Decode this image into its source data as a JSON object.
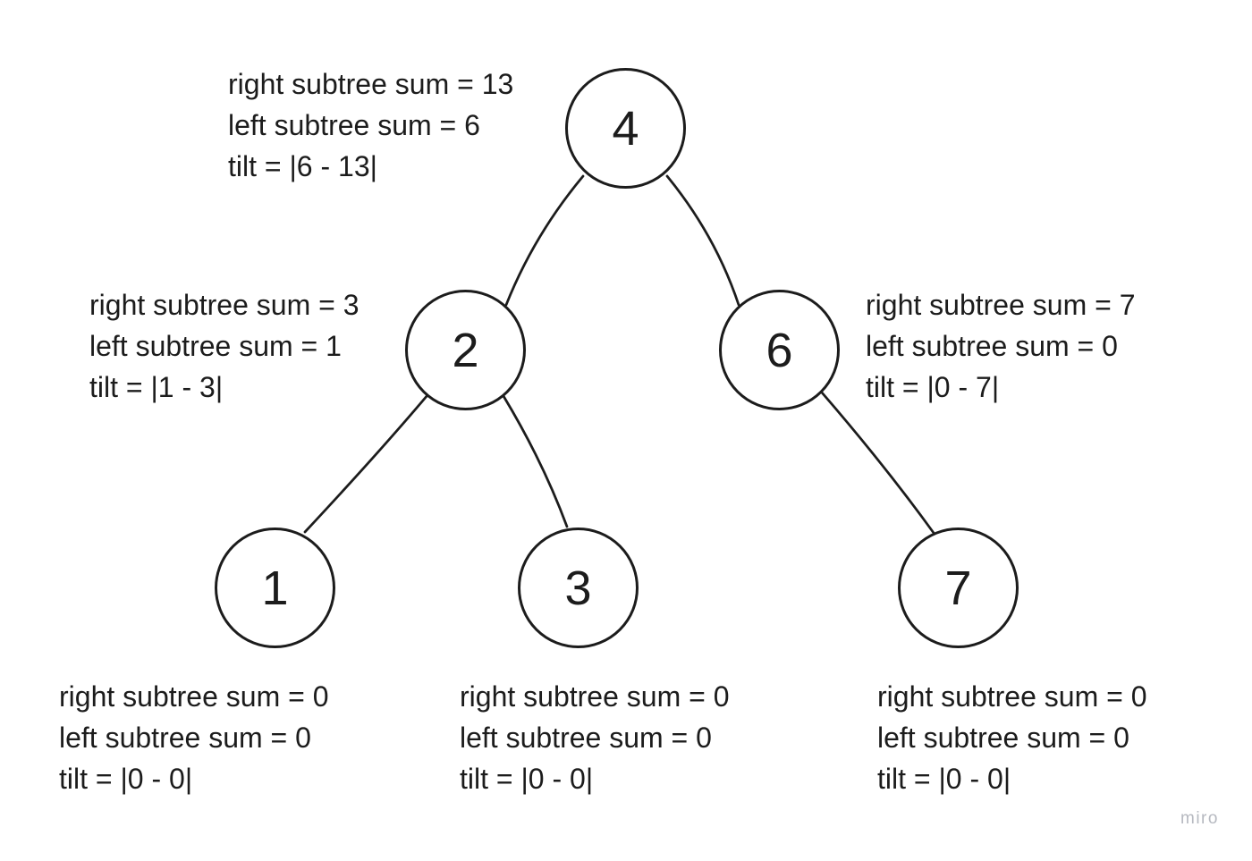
{
  "diagram": {
    "type": "binary-tree-tilt-illustration",
    "background": "#ffffff",
    "stroke_color": "#1c1c1c",
    "text_color": "#1c1c1c"
  },
  "nodes": [
    {
      "value": "4"
    },
    {
      "value": "2"
    },
    {
      "value": "6"
    },
    {
      "value": "1"
    },
    {
      "value": "3"
    },
    {
      "value": "7"
    }
  ],
  "edges": [
    {
      "from": "4",
      "to": "2"
    },
    {
      "from": "4",
      "to": "6"
    },
    {
      "from": "2",
      "to": "1"
    },
    {
      "from": "2",
      "to": "3"
    },
    {
      "from": "6",
      "to": "7"
    }
  ],
  "annotations": [
    {
      "for_node": "4",
      "lines": [
        "right subtree sum = 13",
        "left subtree sum = 6",
        "tilt = |6 - 13|"
      ]
    },
    {
      "for_node": "2",
      "lines": [
        "right subtree sum = 3",
        "left subtree sum = 1",
        "tilt = |1 - 3|"
      ]
    },
    {
      "for_node": "6",
      "lines": [
        "right subtree sum = 7",
        "left subtree sum = 0",
        "tilt = |0 - 7|"
      ]
    },
    {
      "for_node": "1",
      "lines": [
        "right subtree sum = 0",
        "left subtree sum = 0",
        "tilt = |0 - 0|"
      ]
    },
    {
      "for_node": "3",
      "lines": [
        "right subtree sum = 0",
        "left subtree sum = 0",
        "tilt = |0 - 0|"
      ]
    },
    {
      "for_node": "7",
      "lines": [
        "right subtree sum = 0",
        "left subtree sum = 0",
        "tilt = |0 - 0|"
      ]
    }
  ],
  "watermark": {
    "label": "miro",
    "color": "#b6b9c0"
  }
}
